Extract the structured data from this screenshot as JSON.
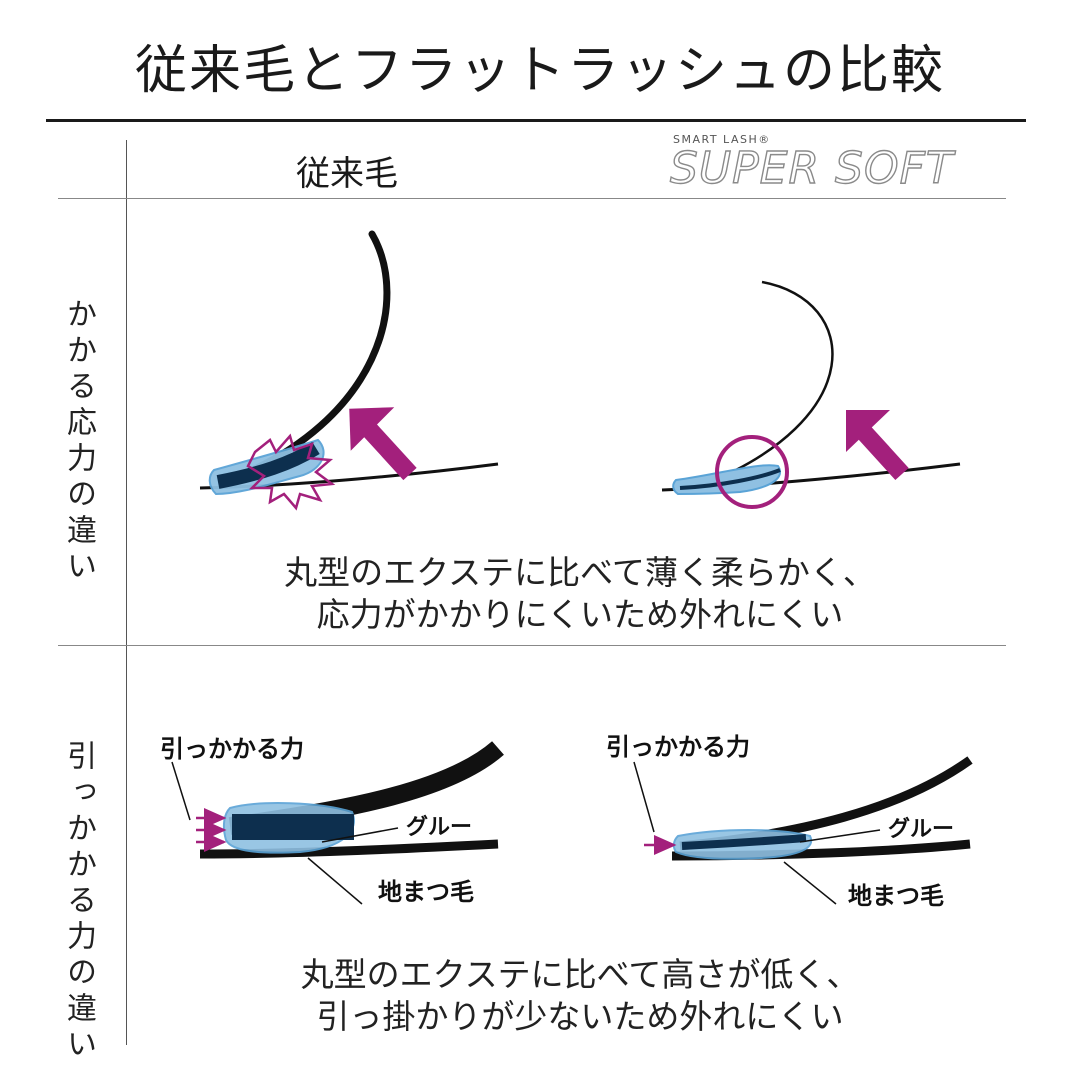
{
  "title": "従来毛とフラットラッシュの比較",
  "columns": {
    "left": "従来毛",
    "right_brand_small": "SMART LASH®",
    "right_brand_big": "SUPER SOFT"
  },
  "rows": [
    {
      "label": "かかる応力の違い",
      "caption_lines": [
        "丸型のエクステに比べて薄く柔らかく、",
        "応力がかかりにくいため外れにくい"
      ]
    },
    {
      "label": "引っかかる力の違い",
      "caption_lines": [
        "丸型のエクステに比べて高さが低く、",
        "引っ掛かりが少ないため外れにくい"
      ],
      "left_labels": {
        "force": "引っかかる力",
        "glue": "グルー",
        "natural_lash": "地まつ毛"
      },
      "right_labels": {
        "force": "引っかかる力",
        "glue": "グルー",
        "natural_lash": "地まつ毛"
      }
    }
  ],
  "colors": {
    "arrow": "#a3207c",
    "glue": "#5aa3d6",
    "glue_fill": "#8fc0e2",
    "extension": "#0d2f4e",
    "lash": "#111111",
    "highlight": "#a3207c"
  }
}
